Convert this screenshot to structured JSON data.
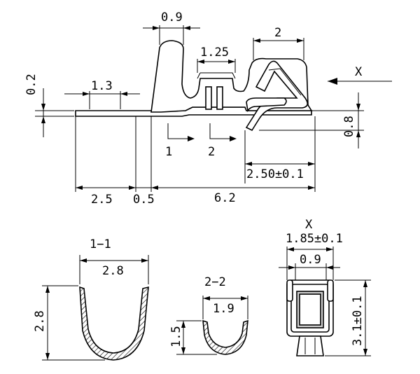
{
  "side_view": {
    "dim_top_width": "0.9",
    "dim_slot": "1.25",
    "dim_clip": "2",
    "dim_thickness": "0.2",
    "dim_tab": "1.3",
    "dim_height_right": "0.8",
    "dim_tip": "2.50±0.1",
    "dim_base_left": "2.5",
    "dim_gap": "0.5",
    "dim_total": "6.2",
    "view_x": "X",
    "section_1": "1",
    "section_2": "2"
  },
  "section_1_1": {
    "title": "1−1",
    "width": "2.8",
    "height": "2.8"
  },
  "section_2_2": {
    "title": "2−2",
    "width": "1.9",
    "height": "1.5"
  },
  "view_x": {
    "title": "X",
    "outer_width": "1.85±0.1",
    "inner_width": "0.9",
    "height": "3.1±0.1"
  }
}
